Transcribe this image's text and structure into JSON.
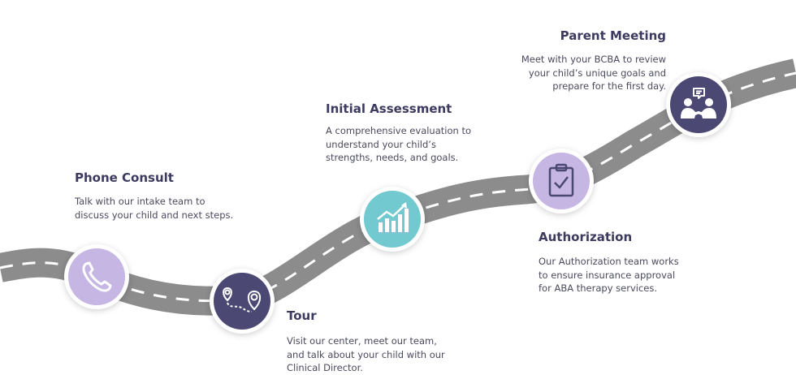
{
  "steps": [
    {
      "key": "phone",
      "title": "Phone Consult",
      "description": "Talk with our intake team to discuss your child and next steps.",
      "icon": "phone-icon",
      "color": "#c6b6e3"
    },
    {
      "key": "tour",
      "title": "Tour",
      "description": "Visit our center, meet our team, and talk about your child with our Clinical Director.",
      "icon": "map-route-icon",
      "color": "#4b4873"
    },
    {
      "key": "assessment",
      "title": "Initial Assessment",
      "description": "A comprehensive evaluation to understand your child’s strengths, needs, and goals.",
      "icon": "growth-chart-icon",
      "color": "#72c9cf"
    },
    {
      "key": "authorization",
      "title": "Authorization",
      "description": "Our Authorization team works to ensure insurance approval for ABA therapy services.",
      "icon": "clipboard-check-icon",
      "color": "#c6b6e3"
    },
    {
      "key": "parent",
      "title": "Parent Meeting",
      "description": "Meet with your BCBA to review your child’s unique goals and prepare for the first day.",
      "icon": "meeting-icon",
      "color": "#4b4873"
    }
  ],
  "road": {
    "asphalt": "#8c8c8c",
    "dash": "#ffffff"
  }
}
